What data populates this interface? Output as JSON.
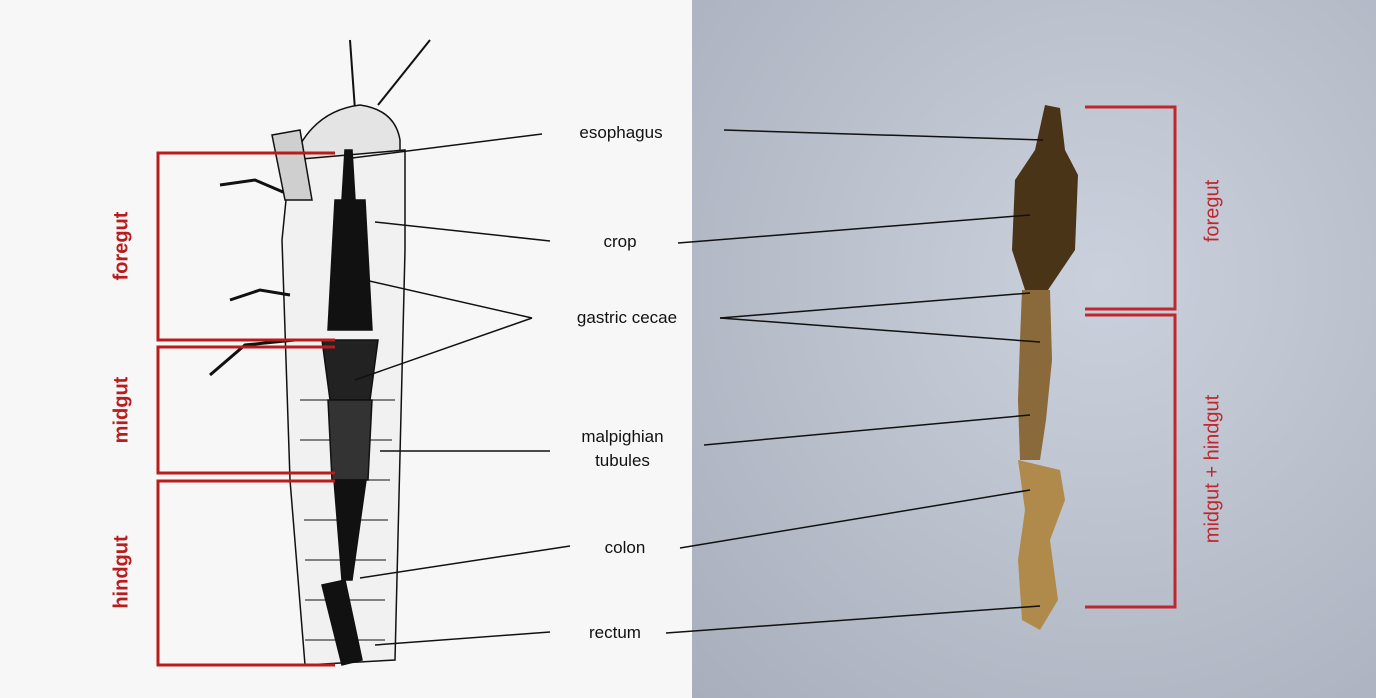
{
  "labels": {
    "esophagus": "esophagus",
    "crop": "crop",
    "gastric_cecae": "gastric cecae",
    "malpighian_line1": "malpighian",
    "malpighian_line2": "tubules",
    "colon": "colon",
    "rectum": "rectum"
  },
  "left_regions": {
    "foregut": "foregut",
    "midgut": "midgut",
    "hindgut": "hindgut"
  },
  "right_regions": {
    "foregut": "foregut",
    "midgut_hindgut": "midgut + hindgut"
  },
  "colors": {
    "bracket_red": "#b91c1c",
    "line": "#111111",
    "photo_bg": "#b8bfcb",
    "gut_specimen": "#6b4a1f"
  }
}
